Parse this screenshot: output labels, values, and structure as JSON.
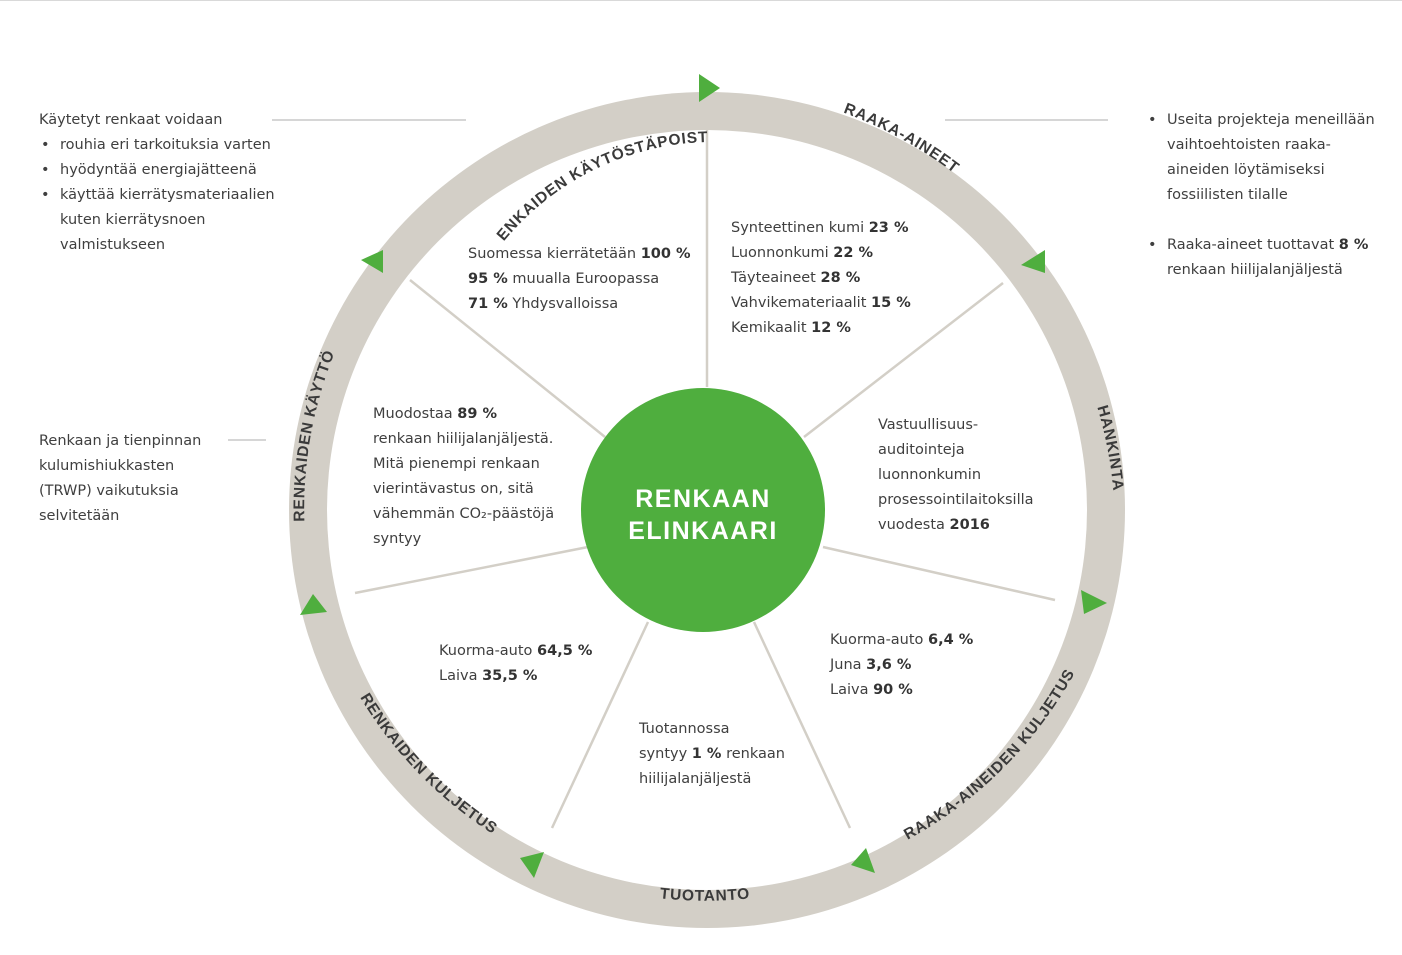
{
  "center": {
    "line1": "RENKAAN",
    "line2": "ELINKAARI"
  },
  "stages": {
    "raaka_aineet": "RAAKA-AINEET",
    "hankinta": "HANKINTA",
    "raaka_aineiden_kuljetus": "RAAKA-AINEIDEN KULJETUS",
    "tuotanto": "TUOTANTO",
    "renkaiden_kuljetus": "RENKAIDEN KULJETUS",
    "renkaiden_kaytto": "RENKAIDEN KÄYTTÖ",
    "renkaiden_kaytostapoisto": "RENKAIDEN KÄYTÖSTÄPOISTO"
  },
  "segments": {
    "raaka_aineet": [
      {
        "label": "Synteettinen kumi ",
        "value": "23 %"
      },
      {
        "label": "Luonnonkumi ",
        "value": "22 %"
      },
      {
        "label": "Täyteaineet ",
        "value": "28 %"
      },
      {
        "label": "Vahvikemateriaalit ",
        "value": "15 %"
      },
      {
        "label": "Kemikaalit ",
        "value": "12 %"
      }
    ],
    "hankinta": {
      "l1": "Vastuullisuus-",
      "l2": "auditointeja",
      "l3": "luonnonkumin",
      "l4": "prosessointilaitoksilla",
      "l5_pre": "vuodesta ",
      "l5_bold": "2016"
    },
    "raaka_aineiden_kuljetus": [
      {
        "label": "Kuorma-auto ",
        "value": "6,4 %"
      },
      {
        "label": "Juna ",
        "value": "3,6 %"
      },
      {
        "label": "Laiva ",
        "value": "90 %"
      }
    ],
    "tuotanto": {
      "l1": "Tuotannossa",
      "l2_pre": "syntyy ",
      "l2_bold": "1 %",
      "l2_post": " renkaan",
      "l3": "hiilijalanjäljestä"
    },
    "renkaiden_kuljetus": [
      {
        "label": "Kuorma-auto ",
        "value": "64,5 %"
      },
      {
        "label": "Laiva ",
        "value": "35,5 %"
      }
    ],
    "renkaiden_kaytto": {
      "l1_pre": "Muodostaa ",
      "l1_bold": "89 %",
      "l2": "renkaan hiilijalanjäljestä.",
      "l3": "Mitä pienempi renkaan",
      "l4": "vierintävastus on, sitä",
      "l5": "vähemmän CO₂-päästöjä",
      "l6": "syntyy"
    },
    "kaytostapoisto": [
      {
        "pre": "Suomessa kierrätetään ",
        "bold": "100 %",
        "post": ""
      },
      {
        "pre": "",
        "bold": "95 %",
        "post": " muualla Euroopassa"
      },
      {
        "pre": "",
        "bold": "71 %",
        "post": " Yhdysvalloissa"
      }
    ]
  },
  "side_left_top": {
    "intro": "Käytetyt renkaat voidaan",
    "items": [
      "rouhia eri tarkoituksia varten",
      "hyödyntää energiajätteenä",
      "käyttää kierrätysmateriaalien kuten kierrätysnoen valmistukseen"
    ]
  },
  "side_left_bottom": {
    "lines": [
      "Renkaan ja tienpinnan",
      "kulumishiukkasten",
      "(TRWP) vaikutuksia",
      "selvitetään"
    ]
  },
  "side_right": {
    "item1": "Useita projekteja meneillään vaihtoehtoisten raaka-aineiden löytämiseksi fossiilisten tilalle",
    "item2_pre": "Raaka-aineet tuottavat ",
    "item2_bold": "8 %",
    "item2_post": " renkaan hiilijalanjäljestä"
  },
  "colors": {
    "ring": "#d3cfc7",
    "green": "#4fae3e",
    "spoke": "#d3cfc7",
    "text": "#3f3f3f"
  }
}
